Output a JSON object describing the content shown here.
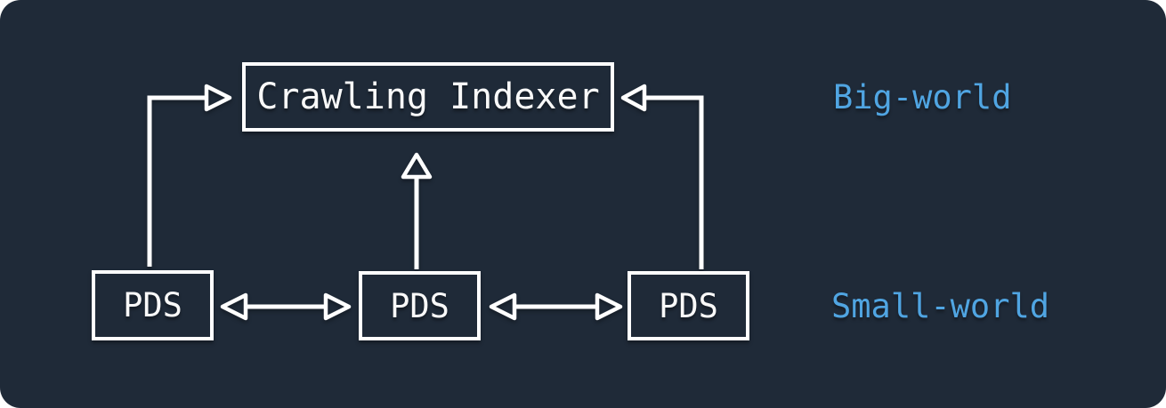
{
  "diagram": {
    "indexer_box": {
      "label": "Crawling Indexer"
    },
    "pds_boxes": [
      {
        "label": "PDS"
      },
      {
        "label": "PDS"
      },
      {
        "label": "PDS"
      }
    ],
    "annotations": {
      "big_world": "Big-world",
      "small_world": "Small-world"
    }
  },
  "theme": {
    "page_background": "#ffffff",
    "background": "#1f2a38",
    "line_color": "#ffffff",
    "box_border": "#ffffff",
    "text_color": "#f9f9f9",
    "accent_blue": "#50a5e2"
  }
}
